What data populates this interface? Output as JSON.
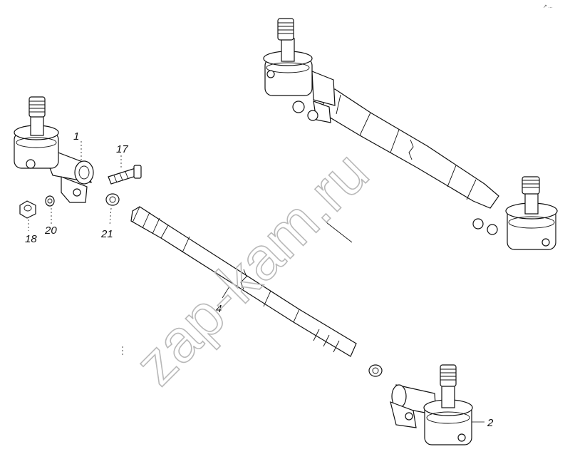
{
  "watermark": "zap-kam.ru",
  "corner_mark": "↗ ...",
  "callouts": {
    "c1": "1",
    "c2": "2",
    "c4": "4",
    "c17": "17",
    "c18": "18",
    "c20": "20",
    "c21": "21"
  }
}
